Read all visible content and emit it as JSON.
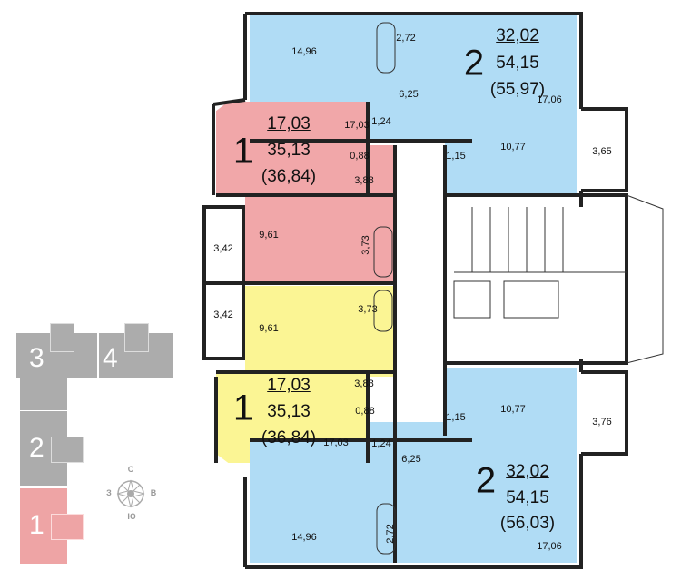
{
  "colors": {
    "blue": "#b0dcf5",
    "pink": "#f1a7a9",
    "yellow": "#fbf594",
    "key_gray": "#acacac",
    "key_active": "#eea4a5"
  },
  "apartments": [
    {
      "rooms": "2",
      "living": "32,02",
      "total": "54,15",
      "total_with_balcony": "(55,97)",
      "color": "blue",
      "room_areas": [
        "14,96",
        "2,72",
        "6,25",
        "17,06",
        "1,24",
        "10,77",
        "1,15",
        "3,65"
      ]
    },
    {
      "rooms": "1",
      "living": "17,03",
      "total": "35,13",
      "total_with_balcony": "(36,84)",
      "color": "pink",
      "room_areas": [
        "17,03",
        "0,88",
        "3,88",
        "9,61",
        "3,73",
        "3,42"
      ]
    },
    {
      "rooms": "1",
      "living": "17,03",
      "total": "35,13",
      "total_with_balcony": "(36,84)",
      "color": "yellow",
      "room_areas": [
        "3,42",
        "9,61",
        "3,73",
        "3,88",
        "0,88",
        "17,03"
      ]
    },
    {
      "rooms": "2",
      "living": "32,02",
      "total": "54,15",
      "total_with_balcony": "(56,03)",
      "color": "blue",
      "room_areas": [
        "1,15",
        "10,77",
        "3,76",
        "1,24",
        "6,25",
        "14,96",
        "2,72",
        "17,06"
      ]
    }
  ],
  "key_plan": {
    "sections": [
      "1",
      "2",
      "3",
      "4"
    ],
    "active": "1"
  },
  "compass": {
    "north": "С",
    "west": "З",
    "east": "В",
    "south": "Ю"
  }
}
